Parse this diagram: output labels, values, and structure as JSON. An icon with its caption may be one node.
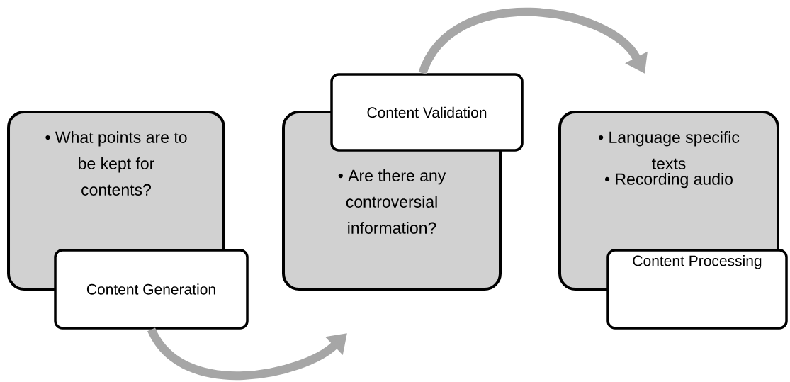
{
  "diagram": {
    "nodes": [
      {
        "text": [
          "• What points are to be kept for contents?"
        ]
      },
      {
        "text": [
          "Content Generation"
        ]
      },
      {
        "text": [
          "• Are there any controversial information?"
        ]
      },
      {
        "text": [
          "Content Validation"
        ]
      },
      {
        "text": [
          "• Language specific texts",
          "• Recording audio"
        ]
      },
      {
        "text": [
          "Content Processing"
        ]
      }
    ],
    "edges": [
      {
        "from": 1,
        "to": 2,
        "arrow": "to"
      },
      {
        "from": 3,
        "to": 4,
        "arrow": "to"
      }
    ]
  }
}
